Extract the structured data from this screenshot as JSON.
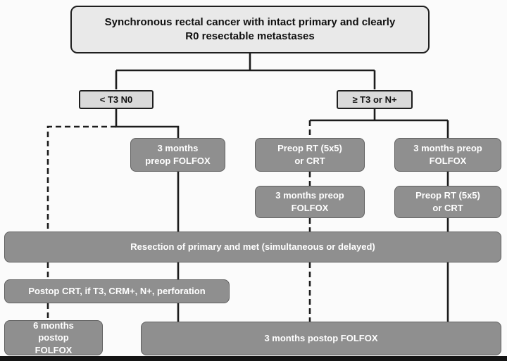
{
  "diagram": {
    "title": "Synchronous rectal cancer with intact primary and clearly R0 resectable metastases",
    "branches": {
      "left_label": "< T3 N0",
      "right_label": "≥ T3 or N+"
    },
    "boxes": {
      "preop_folfox_left": "3 months preop FOLFOX",
      "preop_rt_mid": "Preop RT (5x5) or CRT",
      "preop_folfox_mid": "3 months preop FOLFOX",
      "preop_folfox_right": "3 months preop FOLFOX",
      "preop_rt_right": "Preop RT (5x5) or CRT",
      "resection": "Resection of primary and met (simultaneous or delayed)",
      "postop_crt": "Postop CRT, if T3, CRM+, N+, perforation",
      "six_months_postop": "6 months postop FOLFOX",
      "three_months_postop": "3 months postop FOLFOX"
    },
    "colors": {
      "dark_node_fill": "#8f8f8f",
      "light_node_fill": "#e4e4e4",
      "line_color": "#1c1c1c",
      "dark_node_text": "#ffffff"
    },
    "line_styles": {
      "solid_path_meaning": "solid connector",
      "dashed_path_meaning": "dashed connector"
    }
  }
}
